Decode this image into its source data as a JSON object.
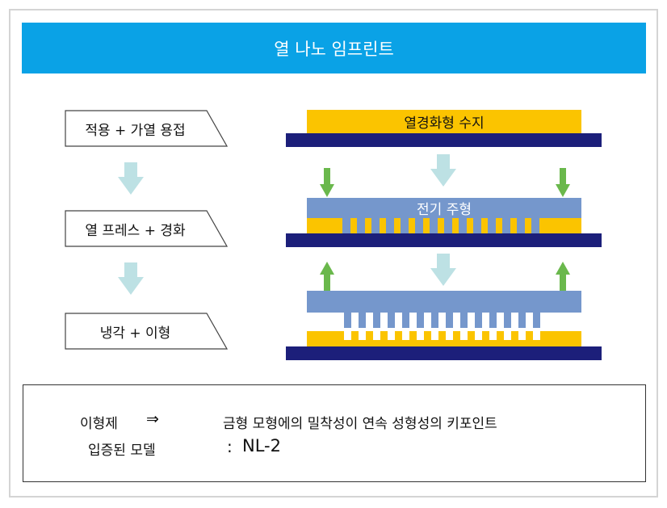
{
  "title": "열 나노 임프린트",
  "steps": [
    {
      "label": "적용 + 가열 용접"
    },
    {
      "label": "열 프레스 + 경화"
    },
    {
      "label": "냉각 + 이형"
    }
  ],
  "diagram": {
    "resin_label": "열경화형 수지",
    "mold_label": "전기 주형",
    "colors": {
      "substrate": "#1c1f7a",
      "resin": "#fbc400",
      "mold": "#7597cc",
      "process_arrow": "#bde1e4",
      "press_arrow": "#6ab84c",
      "title_bar": "#0aa2e6"
    }
  },
  "info": {
    "agent_label": "이형제",
    "arrow_symbol": "⇒",
    "agent_desc": "금형 모형에의 밀착성이 연속 성형성의 키포인트",
    "model_label": "입증된 모델",
    "model_sep": ":",
    "model_value": "NL-2"
  }
}
